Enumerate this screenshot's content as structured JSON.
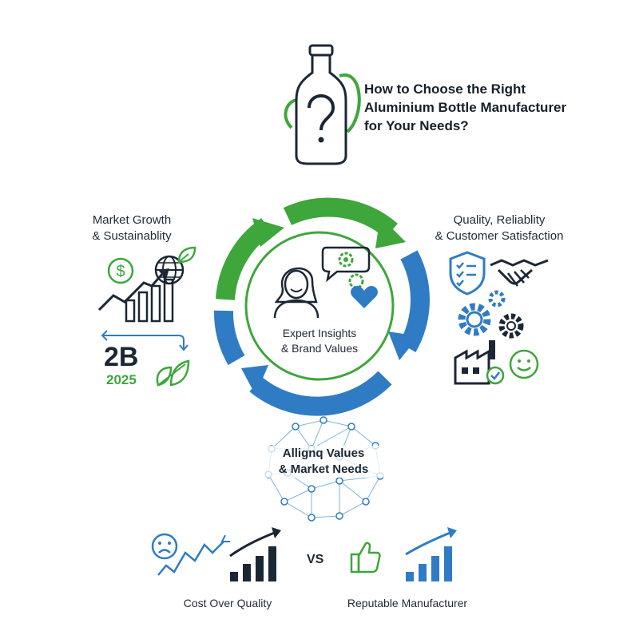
{
  "title": {
    "line1": "How to Choose the Right",
    "line2": "Aluminium Bottle Manufacturer",
    "line3": "for Your Needs?"
  },
  "left": {
    "label_line1": "Market Growth",
    "label_line2": "& Sustainablity",
    "big_number": "2B",
    "year": "2025",
    "icons": [
      "dollar-icon",
      "globe-icon",
      "leaf-icon",
      "growth-chart-icon",
      "leaves-icon"
    ]
  },
  "right": {
    "label_line1": "Quality, Reliablity",
    "label_line2": "& Customer Satisfaction",
    "icons": [
      "shield-check-icon",
      "handshake-icon",
      "gears-icon",
      "factory-icon",
      "smiley-icon"
    ]
  },
  "center": {
    "line1": "Expert Insights",
    "line2": "& Brand Values",
    "icons": [
      "person-icon",
      "speech-gear-icon",
      "heart-icon"
    ]
  },
  "network": {
    "line1": "Allignq Values",
    "line2": "& Market Needs"
  },
  "comparison": {
    "left_caption": "Cost Over Quality",
    "vs": "VS",
    "right_caption": "Reputable Manufacturer"
  },
  "colors": {
    "green": "#3ea63b",
    "blue": "#2f7cc4",
    "navy": "#1c2735"
  }
}
